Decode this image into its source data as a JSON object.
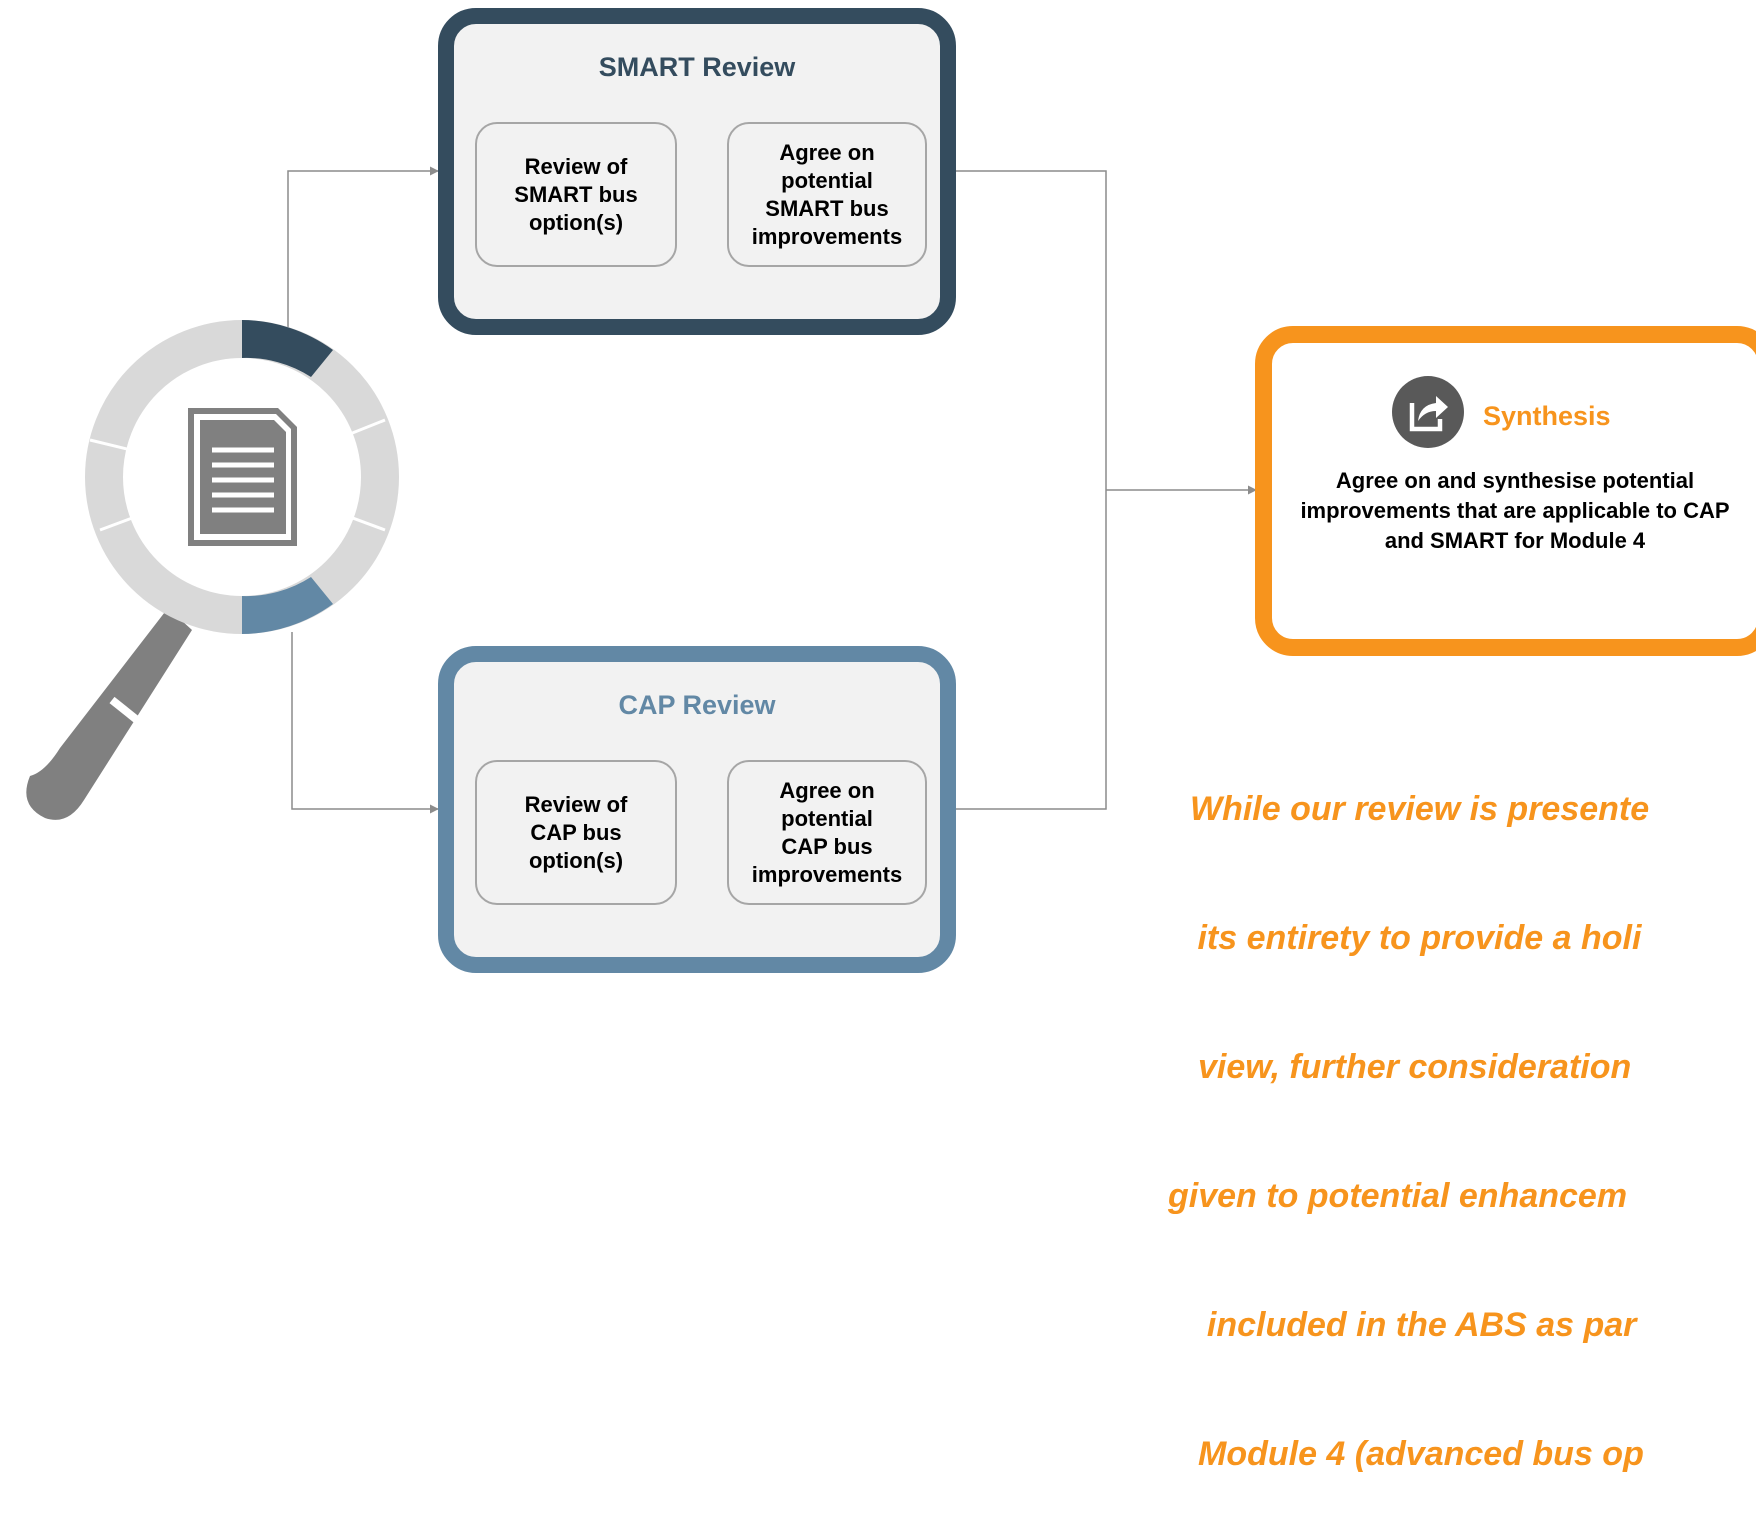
{
  "smart_review": {
    "title": "SMART Review",
    "step1": "Review of\nSMART bus\noption(s)",
    "step2": "Agree on\npotential\nSMART bus\nimprovements"
  },
  "cap_review": {
    "title": "CAP Review",
    "step1": "Review of\nCAP bus\noption(s)",
    "step2": "Agree on\npotential\nCAP bus\nimprovements"
  },
  "synthesis": {
    "title": "Synthesis",
    "body": "Agree on and synthesise potential improvements that are applicable to CAP and SMART for Module 4"
  },
  "note": {
    "lines": [
      "While our review is presente",
      " its entirety to provide a holi",
      "view, further consideration",
      "given to potential enhancem",
      "  included in the ABS as par",
      "Module 4 (advanced bus op"
    ]
  },
  "colors": {
    "smart_dark": "#344c5e",
    "cap_blue": "#6288a5",
    "orange": "#f7941d",
    "ring_gray": "#d9d9d9",
    "handle_gray": "#808080",
    "connector_gray": "#8c8c8c"
  }
}
